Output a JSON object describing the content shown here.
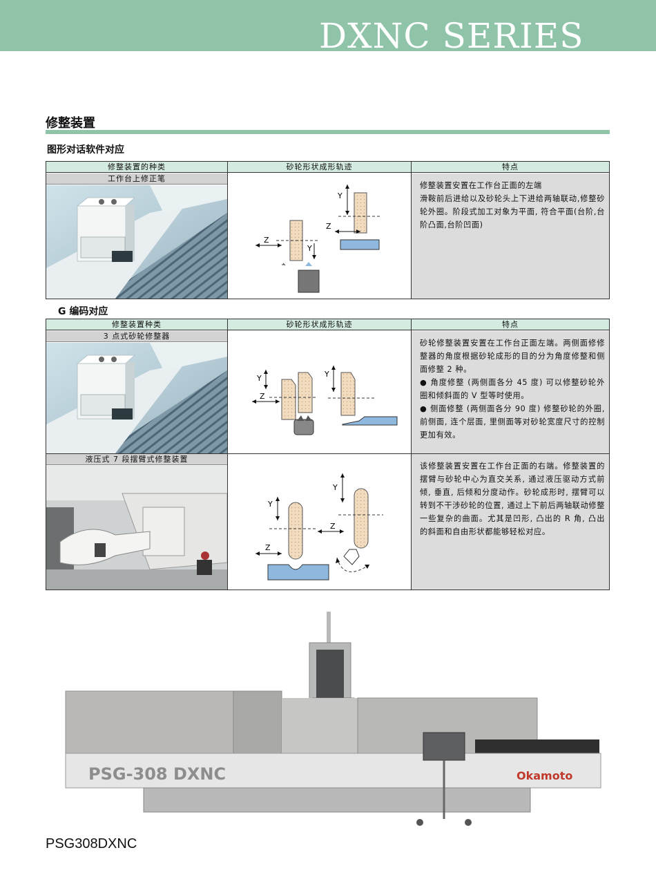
{
  "header": {
    "series": "DXNC SERIES"
  },
  "section": {
    "title": "修整装置",
    "subtitle_graphic": "图形对话软件对应",
    "subtitle_gcode": "G 编码对应"
  },
  "table_headers_1": {
    "kind": "修整装置的种类",
    "shape": "砂轮形状成形轨迹",
    "features": "特点"
  },
  "table_headers_2": {
    "kind": "修整装置种类",
    "shape": "砂轮形状成形轨迹",
    "features": "特点"
  },
  "rows": [
    {
      "name": "工作台上修正笔",
      "features": [
        "修整装置安置在工作台正面的左端",
        "滑鞍前后进给以及砂轮头上下进给两轴联动,修整砂轮外圈。阶段式加工对象为平面, 符合平面(台阶,台阶凸面,台阶凹面)"
      ]
    },
    {
      "name": "3 点式砂轮修整器",
      "features": [
        "砂轮修整装置安置在工作台正面左端。两侧面修修整器的角度根据砂轮成形的目的分为角度修整和侧面修整 2 种。",
        "● 角度修整 (两侧面各分 45 度) 可以修整砂轮外圈和倾斜面的 V 型等时使用。",
        "● 侧面修整 (两侧面各分 90 度) 修整砂轮的外圈, 前侧面, 连个层面, 里侧面等对砂轮宽度尺寸的控制更加有效。"
      ]
    },
    {
      "name": "液压式 7 段摆臂式修整装置",
      "features": [
        "该修整装置安置在工作台正面的右端。修整装置的摆臂与砂轮中心为直交关系, 通过液压驱动方式前倾, 垂直, 后倾和分度动作。砂轮成形时, 摆臂可以转到不干涉砂轮的位置, 通过上下前后两轴联动修整一些复杂的曲面。尤其是凹形, 凸出的 R 角, 凸出的斜面和自由形状都能够轻松对应。"
      ]
    }
  ],
  "axes": {
    "y": "Y",
    "z": "Z"
  },
  "machine": {
    "model_label": "PSG-308 DXNC",
    "brand": "Okamoto"
  },
  "caption": "PSG308DXNC",
  "colors": {
    "accent": "#8fc4a9",
    "header_cell": "#d4ebdf",
    "wheel": "#f2dcc0",
    "work": "#8fb8df"
  }
}
